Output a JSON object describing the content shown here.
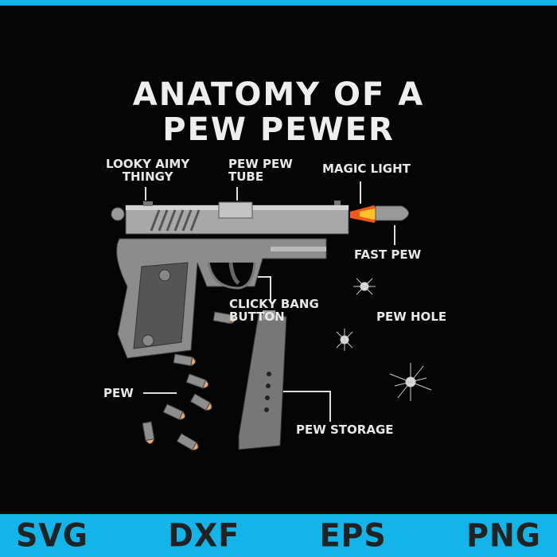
{
  "title": {
    "line1": "ANATOMY OF A",
    "line2": "PEW PEWER"
  },
  "labels": {
    "sight_line1": "LOOKY AIMY",
    "sight_line2": "THINGY",
    "barrel_line1": "PEW PEW",
    "barrel_line2": "TUBE",
    "muzzle_flash": "MAGIC LIGHT",
    "bullet": "FAST PEW",
    "trigger_line1": "CLICKY BANG",
    "trigger_line2": "BUTTON",
    "bullet_hole": "PEW HOLE",
    "rounds": "PEW",
    "magazine": "PEW STORAGE"
  },
  "formats": [
    "SVG",
    "DXF",
    "EPS",
    "PNG"
  ],
  "colors": {
    "accent": "#12b5ea",
    "background": "#050505",
    "text": "#e8e8e8",
    "gun": "#8a8a8a"
  }
}
